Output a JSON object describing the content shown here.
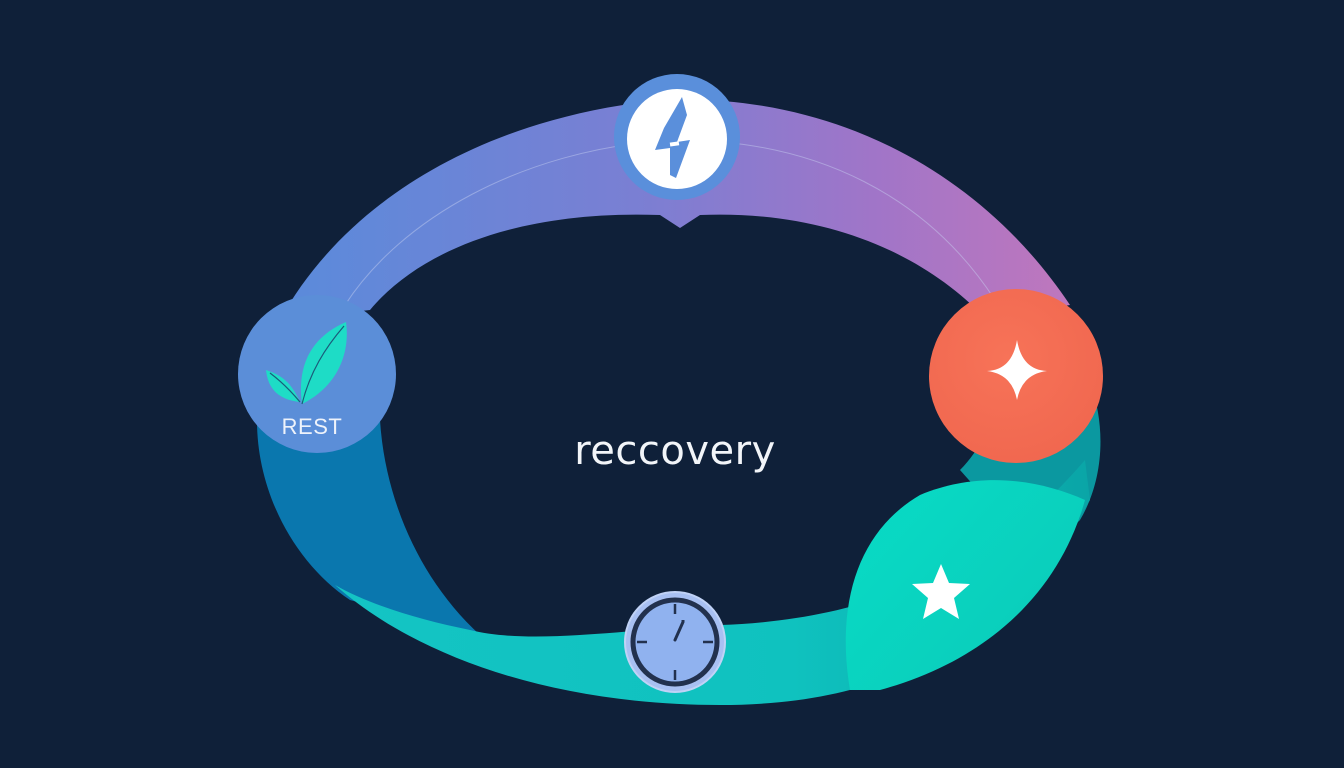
{
  "diagram": {
    "title": "reccovery",
    "colors": {
      "background": "#0f2039",
      "ring_top_left": "#5b8ad9",
      "ring_top_mid": "#8f7bd0",
      "ring_top_right": "#b877c1",
      "ring_left_lower": "#0a78b0",
      "ring_bottom": "#10bfc0",
      "ring_right_lower": "#0b9aa0",
      "teal_blob": "#0ad7c3",
      "energy_node": "#5a8fdb",
      "rest_node": "#5b8ed8",
      "spark_node": "#f66c52",
      "time_node": "#90b2ef"
    },
    "nodes": [
      {
        "id": "energy",
        "icon": "lightning-bolt-icon",
        "label": ""
      },
      {
        "id": "rest",
        "icon": "leaf-icon",
        "label": "REST"
      },
      {
        "id": "spark",
        "icon": "sparkle-icon",
        "label": ""
      },
      {
        "id": "time",
        "icon": "clock-icon",
        "label": ""
      },
      {
        "id": "achievement",
        "icon": "star-icon",
        "label": ""
      }
    ]
  }
}
